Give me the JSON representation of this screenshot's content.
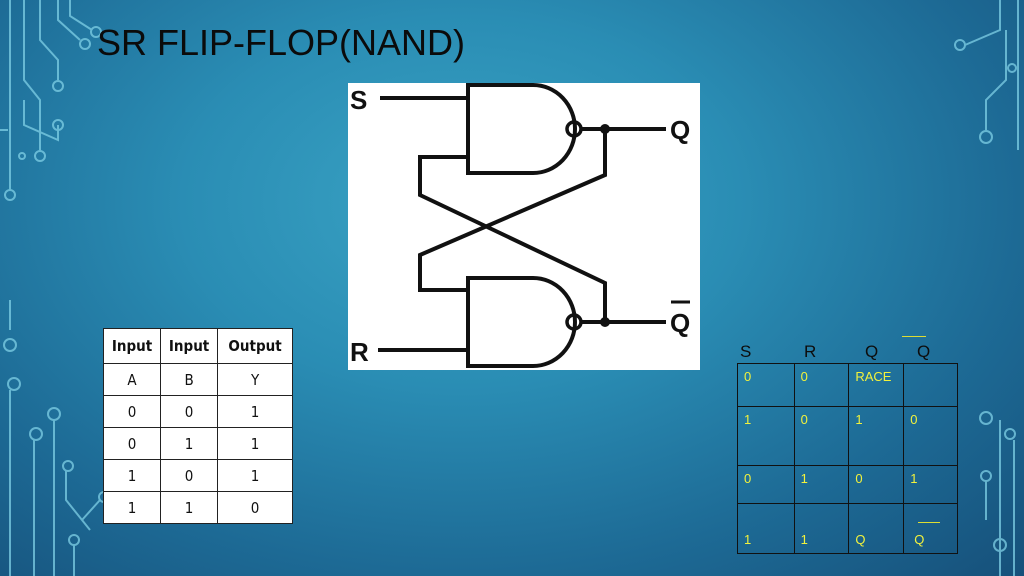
{
  "slide": {
    "title": "SR FLIP-FLOP(NAND)"
  },
  "circuit": {
    "input_s": "S",
    "input_r": "R",
    "output_q": "Q",
    "output_q_bar": "Q",
    "line_color": "#111111"
  },
  "nand_truth_table": {
    "headers": [
      "Input",
      "Input",
      "Output"
    ],
    "subheaders": [
      "A",
      "B",
      "Y"
    ],
    "rows": [
      [
        "0",
        "0",
        "1"
      ],
      [
        "0",
        "1",
        "1"
      ],
      [
        "1",
        "0",
        "1"
      ],
      [
        "1",
        "1",
        "0"
      ]
    ]
  },
  "sr_table": {
    "headers": [
      "S",
      "R",
      "Q",
      "Q"
    ],
    "rows": [
      [
        "0",
        "0",
        "RACE",
        ""
      ],
      [
        "1",
        "0",
        "1",
        "0"
      ],
      [
        "0",
        "1",
        "0",
        "1"
      ],
      [
        "1",
        "1",
        "Q",
        "Q"
      ]
    ],
    "text_color": "#f2f23c"
  }
}
